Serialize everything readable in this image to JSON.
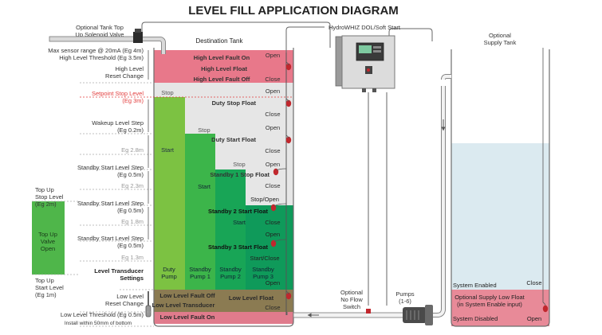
{
  "title": "LEVEL FILL APPLICATION DIAGRAM",
  "labels": {
    "solenoid": [
      "Optional Tank Top",
      "Up Solenoid Valve"
    ],
    "destination_tank": "Destination Tank",
    "controller": "HydroWHIZ DOL/Soft Start",
    "supply_tank": [
      "Optional",
      "Supply Tank"
    ],
    "no_flow_switch": [
      "Optional",
      "No Flow",
      "Switch"
    ],
    "pumps": [
      "Pumps",
      "(1-6)"
    ],
    "install_note": "Install within 50mm of bottom"
  },
  "left_labels": {
    "max_sensor": "Max sensor range @ 20mA (Eg 4m)",
    "high_threshold": "High Level Threshold (Eg 3.5m)",
    "high_reset": [
      "High Level",
      "Reset Change"
    ],
    "setpoint": [
      "Setpoint Stop Level",
      "(Eg 3m)"
    ],
    "wakeup": [
      "Wakeup Level Step",
      "(Eg 0.2m)"
    ],
    "eg_2_8": "Eg 2.8m",
    "standby_step_1": [
      "Standby Start Level Step",
      "(Eg 0.5m)"
    ],
    "eg_2_3": "Eg 2.3m",
    "standby_step_2": [
      "Standby Start Level Step",
      "(Eg 0.5m)"
    ],
    "eg_1_8": "Eg 1.8m",
    "standby_step_3": [
      "Standby Start Level Step",
      "(Eg 0.5m)"
    ],
    "eg_1_3": "Eg 1.3m",
    "transducer_settings": [
      "Level Transducer",
      "Settings"
    ],
    "low_reset": [
      "Low Level",
      "Reset Change"
    ],
    "low_threshold": "Low Level Threshold (Eg 0.5m)",
    "topup_stop": [
      "Top Up",
      "Stop Level",
      "(Eg 2m)"
    ],
    "topup_start": [
      "Top Up",
      "Start Level",
      "(Eg 1m)"
    ],
    "topup_valve": [
      "Top Up",
      "Valve",
      "Open"
    ]
  },
  "tank": {
    "high_fault_on": "High Level Fault On",
    "high_float": "High Level Float",
    "high_fault_off": "High Level Fault Off",
    "duty_stop_float": "Duty Stop Float",
    "duty_start_float": "Duty Start Float",
    "standby1_stop_float": "Standby 1 Stop Float",
    "standby2_start_float": "Standby 2 Start Float",
    "standby3_start_float": "Standby 3 Start Float",
    "low_fault_off": "Low Level Fault Off",
    "low_transducer": "Low Level Transducer",
    "low_float": "Low Level Float",
    "low_fault_on": "Low Level Fault On",
    "stop": "Stop",
    "start": "Start",
    "stop_open": "Stop/Open",
    "start_close": "Start/Close",
    "open": "Open",
    "close": "Close",
    "pump_cols": [
      [
        "Duty",
        "Pump"
      ],
      [
        "Standby",
        "Pump 1"
      ],
      [
        "Standby",
        "Pump 2"
      ],
      [
        "Standby",
        "Pump 3"
      ]
    ]
  },
  "supply": {
    "enabled": "System Enabled",
    "disabled": "System Disabled",
    "low_float": [
      "Optional Supply Low Float",
      "(in System Enable input)"
    ],
    "close": "Close",
    "open": "Open"
  },
  "colors": {
    "high_band": "#e8788a",
    "low_band": "#e07b8c",
    "light_gray": "#e6e6e6",
    "mid_gray": "#d4d4d4",
    "green_1": "#7cc242",
    "green_2": "#3cb54a",
    "green_3": "#18a556",
    "green_4": "#0f9a5a",
    "brown": "#8b7b52",
    "topup_valve": "#4fb64a",
    "float_red": "#c1272d",
    "supply_water": "#dbeaf0",
    "supply_pink": "#e88a98",
    "setpoint_red": "#e23b3b"
  }
}
